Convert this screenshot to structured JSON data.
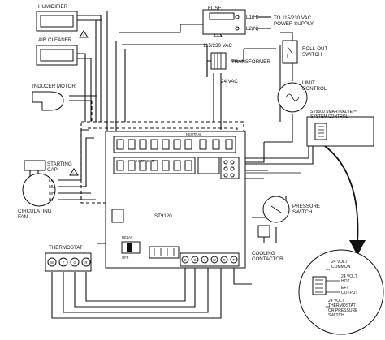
{
  "labels": {
    "humidifier": "HUMIDIFIER",
    "air_cleaner": "AIR CLEANER",
    "inducer_motor": "INDUCER MOTOR",
    "starting_1": "STARTING",
    "starting_2": "CAP",
    "circulating_1": "CIRCULATING",
    "circulating_2": "FAN",
    "fan_taps": {
      "lo": "LO",
      "ml": "ML",
      "mh": "MH",
      "hi": "HI"
    },
    "fuse": "FUSE",
    "l1": "L1(H)",
    "l2": "L2(N)",
    "power_supply_1": "TO 115/230 VAC",
    "power_supply_2": "POWER SUPPLY",
    "vac_115_230": "115/230 VAC",
    "transformer": "TRANSFORMER",
    "vac_24": "24 VAC",
    "roll_out_1": "ROLL-OUT",
    "roll_out_2": "SWITCH",
    "limit_1": "LIMIT",
    "limit_2": "CONTROL",
    "smartvalve_1": "SV9500 SMARTVALVE™",
    "smartvalve_2": "SYSTEM CONTROL",
    "pressure_1": "PRESSURE",
    "pressure_2": "SWITCH",
    "cooling_1": "COOLING",
    "cooling_2": "CONTACTOR",
    "thermostat": "THERMOSTAT",
    "thermostat_terminals": [
      "W",
      "Y",
      "G",
      "R"
    ],
    "board": {
      "model": "ST9120",
      "neutral": "NEUTRAL",
      "hum": "HUM",
      "eac": "EAC",
      "cir": "CIR",
      "ind": "IND",
      "delay": "DELAY",
      "off": "OFF",
      "terminals": [
        "C",
        "G",
        "Y",
        "W",
        "R",
        "T"
      ]
    },
    "detail": {
      "common_1": "24 VOLT",
      "common_2": "COMMON",
      "hot_1": "24 VOLT",
      "hot_2": "HOT",
      "eft_1": "EFT",
      "eft_2": "OUTPUT",
      "thermostat_1": "24 VOLT",
      "thermostat_2": "THERMOSTAT",
      "thermostat_3": "OR PRESSURE",
      "thermostat_4": "SWITCH"
    }
  },
  "marks": {
    "caution": "!"
  }
}
